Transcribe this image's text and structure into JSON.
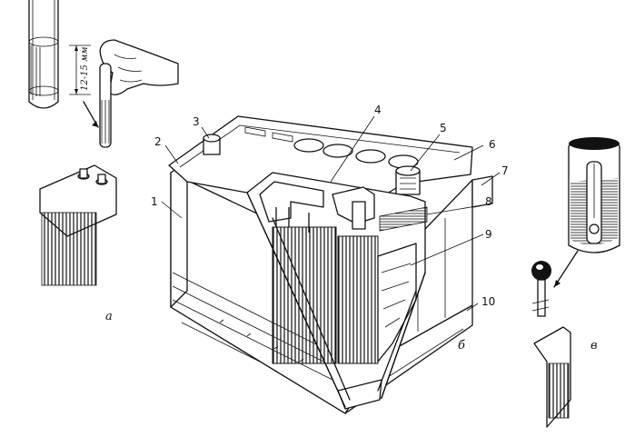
{
  "figure": {
    "callouts": [
      "1",
      "2",
      "3",
      "4",
      "5",
      "6",
      "7",
      "8",
      "9",
      "10"
    ],
    "sub_labels": {
      "a": "а",
      "b": "б",
      "v": "в"
    },
    "dimension_label": "12-15 мм"
  }
}
